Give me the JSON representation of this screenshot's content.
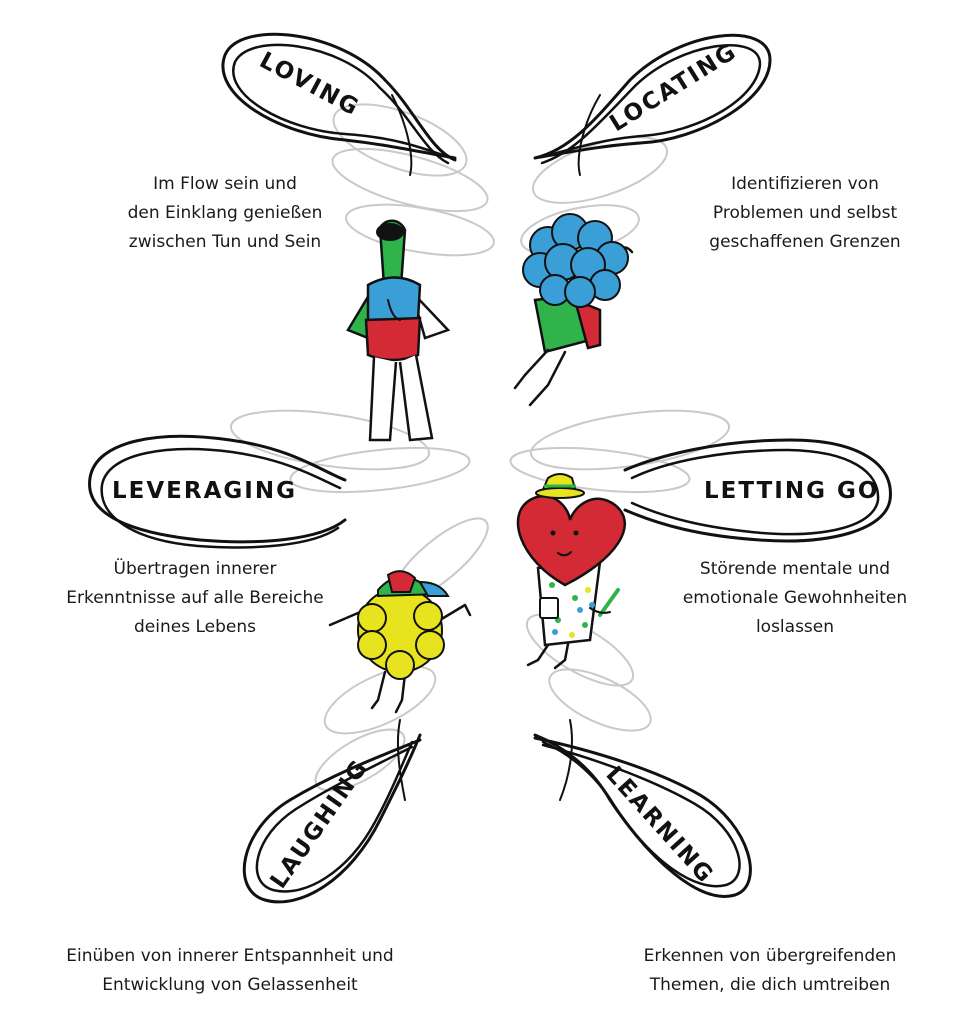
{
  "petals": {
    "loving": {
      "label": "LOVING",
      "lines": [
        "Im Flow sein und",
        "den Einklang genießen",
        "zwischen Tun und Sein"
      ]
    },
    "locating": {
      "label": "LOCATING",
      "lines": [
        "Identifizieren von",
        "Problemen und selbst",
        "geschaffenen Grenzen"
      ]
    },
    "leveraging": {
      "label": "LEVERAGING",
      "lines": [
        "Übertragen innerer",
        "Erkenntnisse auf alle Bereiche",
        "deines Lebens"
      ]
    },
    "letting_go": {
      "label": "LETTING GO",
      "lines": [
        "Störende mentale und",
        "emotionale Gewohnheiten",
        "loslassen"
      ]
    },
    "laughing": {
      "label": "LAUGHING",
      "lines": [
        "Einüben von innerer Entspannheit und",
        "Entwicklung von Gelassenheit"
      ]
    },
    "learning": {
      "label": "LEARNING",
      "lines": [
        "Erkennen von übergreifenden",
        "Themen, die dich umtreiben"
      ]
    }
  },
  "colors": {
    "ink": "#111111",
    "green": "#2fb34a",
    "blue": "#3a9fd6",
    "red": "#d42a35",
    "yellow": "#e8e31f",
    "ghost": "#c9c9c9"
  },
  "icons": [
    "walking-figure-icon",
    "curly-hair-figure-icon",
    "yellow-fluffy-figure-icon",
    "heart-figure-icon"
  ]
}
